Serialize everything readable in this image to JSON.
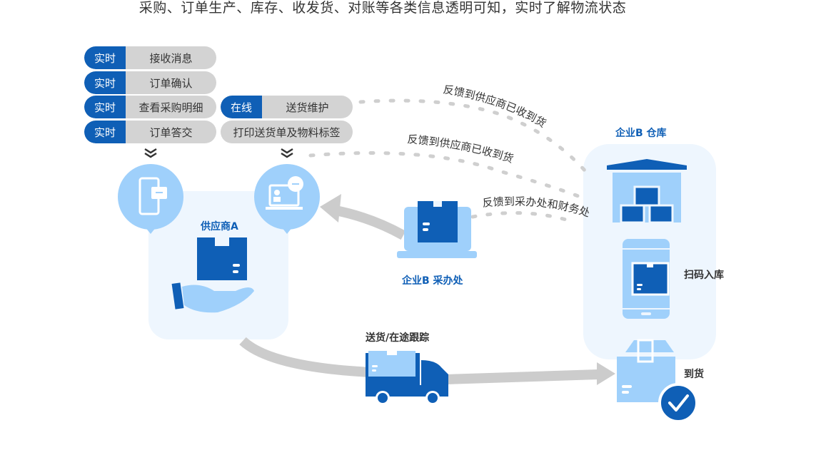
{
  "headline": "采购、订单生产、库存、收发货、对账等各类信息透明可知，实时了解物流状态",
  "colors": {
    "primary_blue": "#0f5fb6",
    "light_blue": "#9fd0fb",
    "panel_bg": "#eef6fe",
    "pill_gray": "#d3d3d3",
    "arrow_gray": "#cccccc",
    "dot_gray": "#cfcfcf"
  },
  "left_pills": [
    {
      "tag": "实时",
      "label": "接收消息"
    },
    {
      "tag": "实时",
      "label": "订单确认"
    },
    {
      "tag": "实时",
      "label": "查看采购明细"
    },
    {
      "tag": "实时",
      "label": "订单答交"
    }
  ],
  "right_pills": [
    {
      "tag": "在线",
      "label": "送货维护"
    },
    {
      "tag": "",
      "label": "打印送货单及物料标签"
    }
  ],
  "supplier": {
    "label": "供应商A",
    "icons": [
      "mobile-message-icon",
      "laptop-contact-icon",
      "box-in-hand-icon"
    ]
  },
  "purchasing": {
    "label": "企业B 采办处",
    "icon": "laptop-box-icon"
  },
  "warehouse": {
    "label": "企业B 仓库",
    "icon": "warehouse-icon"
  },
  "scan": {
    "label": "扫码入库",
    "icon": "phone-scan-icon"
  },
  "arrival": {
    "label": "到货",
    "icon": "box-check-icon"
  },
  "delivery": {
    "label": "送货/在途跟踪",
    "icon": "truck-icon"
  },
  "feedback": {
    "line1": "反馈到供应商已收到货",
    "line2": "反馈到供应商已收到货",
    "line3": "反馈到采办处和财务处"
  }
}
